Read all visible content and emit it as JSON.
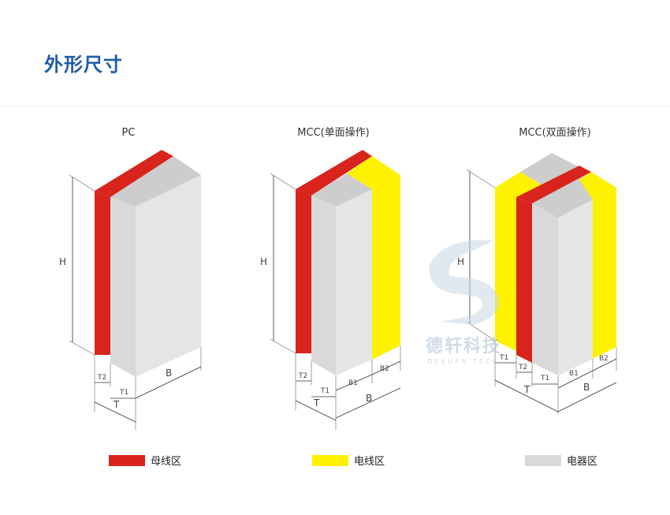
{
  "page": {
    "title": "外形尺寸"
  },
  "colors": {
    "busbar": "#d8241c",
    "cable": "#fff200",
    "device": "#d9d9d9",
    "device_side": "#e5e5e5",
    "device_top": "#cdcdcd",
    "accent": "#1f5ca8"
  },
  "cabinets": [
    {
      "caption": "PC",
      "height_label": "H",
      "dims": {
        "t2": "T2",
        "t1": "T1",
        "t": "T",
        "b": "B"
      }
    },
    {
      "caption": "MCC(单面操作)",
      "height_label": "H",
      "dims": {
        "t2": "T2",
        "t1": "T1",
        "t": "T",
        "b1": "B1",
        "b2": "B2",
        "b": "B"
      }
    },
    {
      "caption": "MCC(双面操作)",
      "height_label": "H",
      "dims": {
        "t1": "T1",
        "t2": "T2",
        "t1b": "T1",
        "t": "T",
        "b1": "B1",
        "b2": "B2",
        "b": "B"
      }
    }
  ],
  "legend": [
    {
      "label": "母线区",
      "color": "#d8241c"
    },
    {
      "label": "电线区",
      "color": "#fff200"
    },
    {
      "label": "电器区",
      "color": "#d9d9d9"
    }
  ],
  "watermark": {
    "name": "德轩科技",
    "sub": "DEXUAN TECH"
  }
}
